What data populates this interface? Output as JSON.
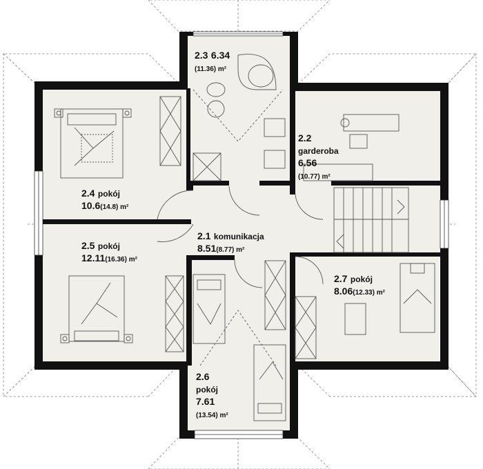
{
  "rooms": [
    {
      "id": "r23",
      "line1": "2.3",
      "area": "6.34",
      "gross": "(11.36) m²"
    },
    {
      "id": "r22",
      "line1": "2.2",
      "name": "garderoba",
      "area": "6.56",
      "gross": "(10.77) m²"
    },
    {
      "id": "r24",
      "line1": "2.4",
      "name": "pokój",
      "area": "10.6",
      "gross": "(14.8) m²"
    },
    {
      "id": "r21",
      "line1": "2.1",
      "name": "komunikacja",
      "area": "8.51",
      "gross": "(8.77) m²"
    },
    {
      "id": "r25",
      "line1": "2.5",
      "name": "pokój",
      "area": "12.11",
      "gross": "(16.36) m²"
    },
    {
      "id": "r27",
      "line1": "2.7",
      "name": "pokój",
      "area": "8.06",
      "gross": "(12.33) m²"
    },
    {
      "id": "r26",
      "line1": "2.6",
      "name": "pokój",
      "area": "7.61",
      "gross": "(13.54) m²"
    }
  ],
  "colors": {
    "wall": "#111111",
    "floor": "#f0efea",
    "line": "#555555",
    "roof": "#9a9a9a"
  }
}
